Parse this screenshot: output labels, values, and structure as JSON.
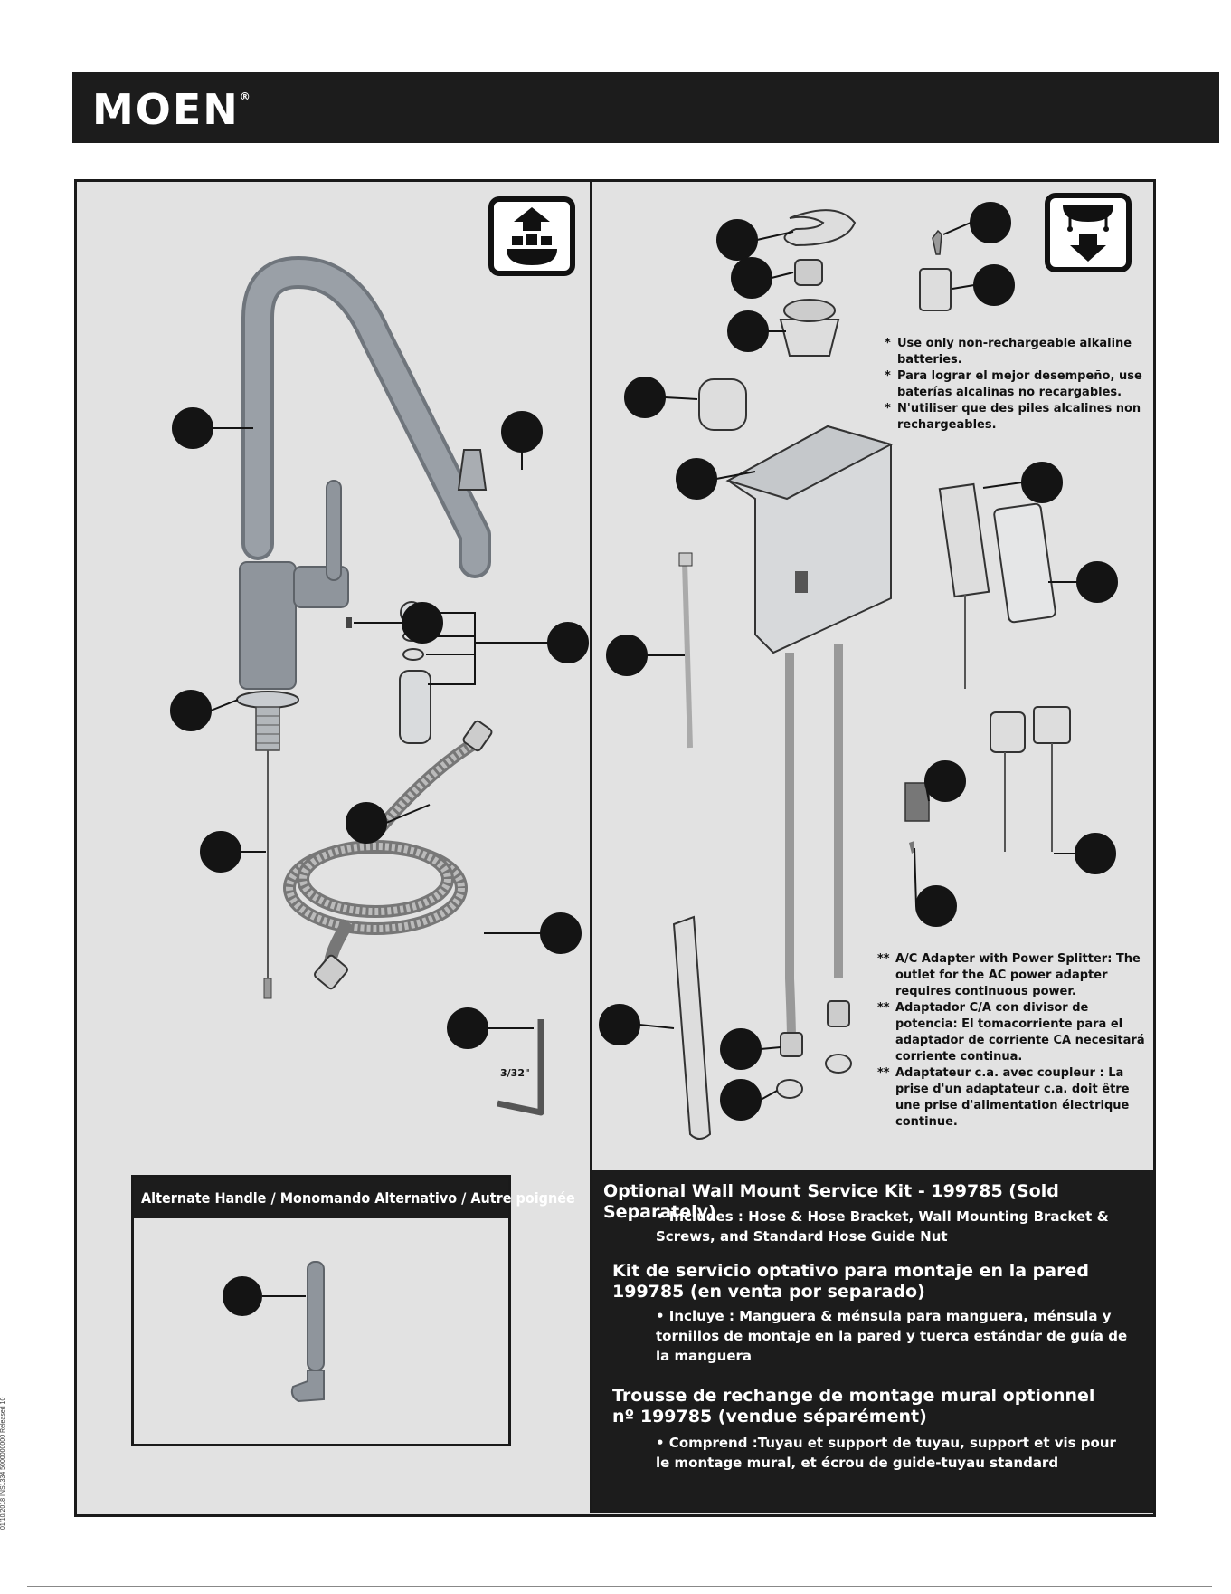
{
  "header": {
    "brand": "MOEN",
    "trademark": "®"
  },
  "icons": {
    "install_above": "deck-top-install-icon",
    "install_below": "under-sink-install-icon"
  },
  "parts_left": {
    "wrench_size": "3/32\""
  },
  "battery_notes": [
    {
      "mark": "*",
      "text": "Use only non-rechargeable alkaline batteries."
    },
    {
      "mark": "*",
      "text": "Para lograr el mejor desempeño, use baterías alcalinas no recargables."
    },
    {
      "mark": "*",
      "text": "N'utiliser que des piles alcalines non rechargeables."
    }
  ],
  "adapter_notes": [
    {
      "mark": "**",
      "text": "A/C Adapter with Power Splitter:  The outlet for the AC power adapter requires continuous power."
    },
    {
      "mark": "**",
      "text": "Adaptador C/A con divisor de potencia:  El tomacorriente para el adaptador de corriente CA necesitará corriente continua."
    },
    {
      "mark": "**",
      "text": "Adaptateur c.a. avec coupleur :  La prise d'un adaptateur c.a. doit être une prise d'alimentation électrique continue."
    }
  ],
  "alternate_handle": {
    "title": "Alternate Handle / Monomando Alternativo / Autre poignée"
  },
  "service_kit": {
    "en_title": "Optional Wall Mount Service Kit - 199785 (Sold Separately)",
    "en_bullet": "• Includes : Hose & Hose Bracket, Wall Mounting Bracket & Screws, and Standard Hose Guide Nut",
    "es_title": "Kit de servicio optativo para montaje en la pared 199785 (en venta por separado)",
    "es_bullet": "• Incluye : Manguera & ménsula para manguera, ménsula y tornillos de montaje en la pared y tuerca estándar de guía de la manguera",
    "fr_title": "Trousse de rechange de montage mural optionnel nº 199785 (vendue séparément)",
    "fr_bullet": "• Comprend :Tuyau et support de tuyau, support et vis pour le montage mural, et écrou de guide-tuyau standard"
  },
  "footer": {
    "code": "01/10/2018  INS1334  5000000000  Released 10"
  },
  "colors": {
    "part_gray": "#8f959c",
    "outline": "#1a1a1a",
    "panel": "#e2e2e2",
    "dark": "#1c1c1c"
  }
}
